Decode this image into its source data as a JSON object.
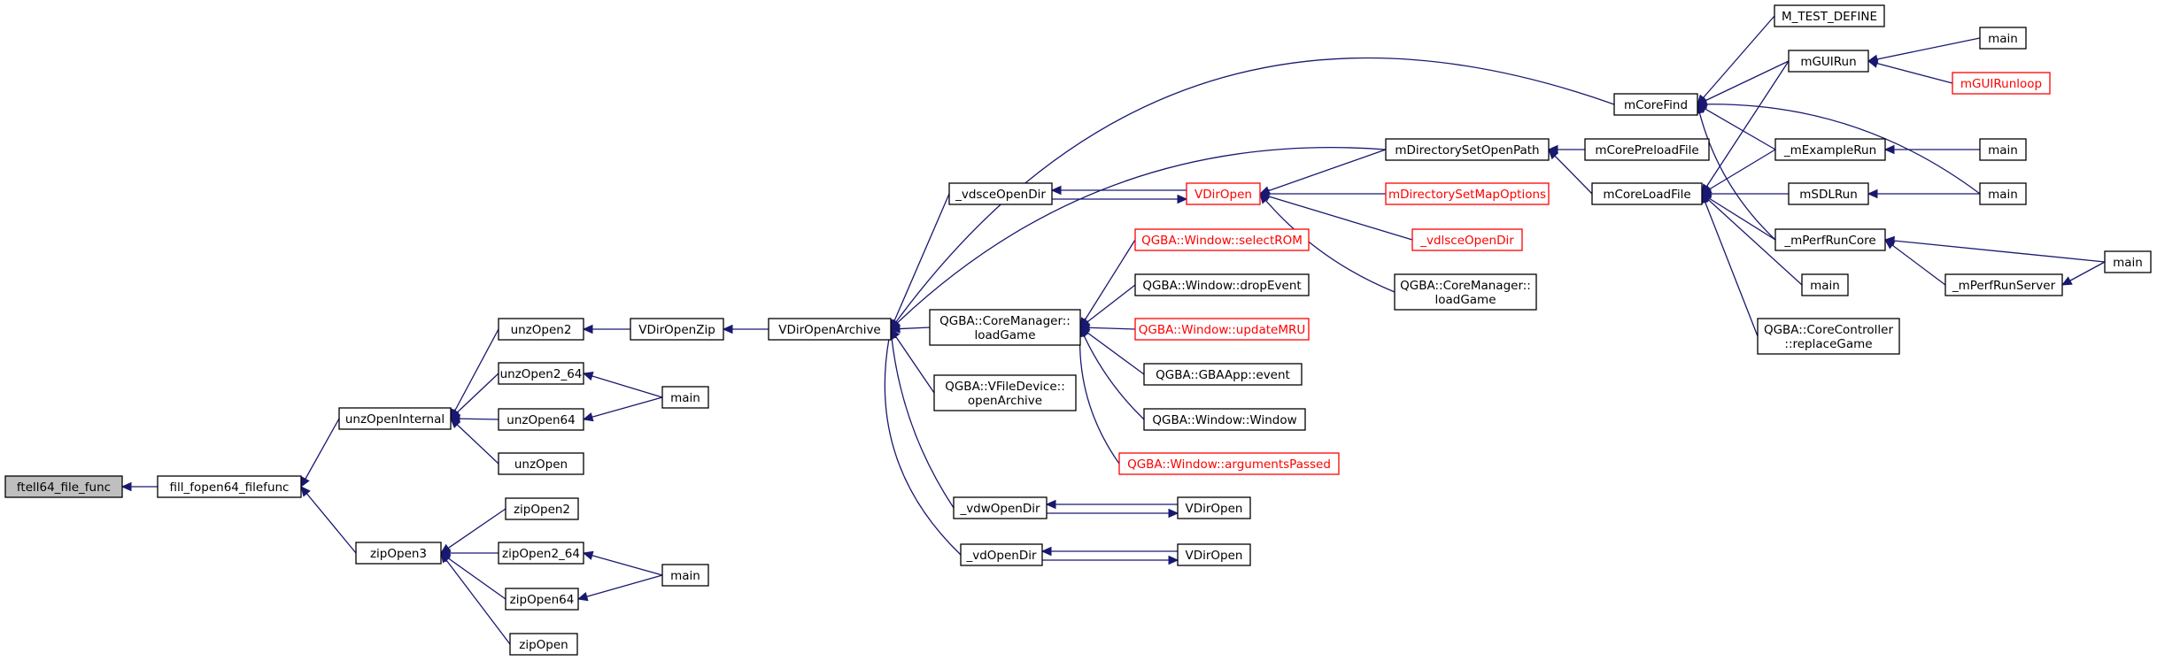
{
  "graph": {
    "edge_color": "#191970",
    "highlight_color": "#ff0000",
    "root_fill": "#bfbfbf",
    "nodes": [
      {
        "id": "ftell64",
        "lines": [
          "ftell64_file_func"
        ],
        "root": true
      },
      {
        "id": "fill_fopen64",
        "lines": [
          "fill_fopen64_filefunc"
        ]
      },
      {
        "id": "unzOpenInternal",
        "lines": [
          "unzOpenInternal"
        ]
      },
      {
        "id": "zipOpen3",
        "lines": [
          "zipOpen3"
        ]
      },
      {
        "id": "unzOpen2",
        "lines": [
          "unzOpen2"
        ]
      },
      {
        "id": "unzOpen2_64",
        "lines": [
          "unzOpen2_64"
        ]
      },
      {
        "id": "unzOpen64",
        "lines": [
          "unzOpen64"
        ]
      },
      {
        "id": "unzOpen",
        "lines": [
          "unzOpen"
        ]
      },
      {
        "id": "main_unz",
        "lines": [
          "main"
        ]
      },
      {
        "id": "zipOpen2",
        "lines": [
          "zipOpen2"
        ]
      },
      {
        "id": "zipOpen2_64",
        "lines": [
          "zipOpen2_64"
        ]
      },
      {
        "id": "zipOpen64",
        "lines": [
          "zipOpen64"
        ]
      },
      {
        "id": "zipOpen",
        "lines": [
          "zipOpen"
        ]
      },
      {
        "id": "main_zip",
        "lines": [
          "main"
        ]
      },
      {
        "id": "VDirOpenZip",
        "lines": [
          "VDirOpenZip"
        ]
      },
      {
        "id": "VDirOpenArchive",
        "lines": [
          "VDirOpenArchive"
        ]
      },
      {
        "id": "_vdsceOpenDir",
        "lines": [
          "_vdsceOpenDir"
        ]
      },
      {
        "id": "loadGame1",
        "lines": [
          "QGBA::CoreManager::",
          "loadGame"
        ]
      },
      {
        "id": "vfile_openArchive",
        "lines": [
          "QGBA::VFileDevice::",
          "openArchive"
        ]
      },
      {
        "id": "_vdwOpenDir",
        "lines": [
          "_vdwOpenDir"
        ]
      },
      {
        "id": "_vdOpenDir",
        "lines": [
          "_vdOpenDir"
        ]
      },
      {
        "id": "VDirOpen_red",
        "lines": [
          "VDirOpen"
        ],
        "red": true
      },
      {
        "id": "VDirOpen_w",
        "lines": [
          "VDirOpen"
        ]
      },
      {
        "id": "VDirOpen_d",
        "lines": [
          "VDirOpen"
        ]
      },
      {
        "id": "selectROM",
        "lines": [
          "QGBA::Window::selectROM"
        ],
        "red": true
      },
      {
        "id": "dropEvent",
        "lines": [
          "QGBA::Window::dropEvent"
        ]
      },
      {
        "id": "updateMRU",
        "lines": [
          "QGBA::Window::updateMRU"
        ],
        "red": true
      },
      {
        "id": "gbaapp_event",
        "lines": [
          "QGBA::GBAApp::event"
        ]
      },
      {
        "id": "window_window",
        "lines": [
          "QGBA::Window::Window"
        ]
      },
      {
        "id": "argumentsPassed",
        "lines": [
          "QGBA::Window::argumentsPassed"
        ],
        "red": true
      },
      {
        "id": "mDirectorySetOpenPath",
        "lines": [
          "mDirectorySetOpenPath"
        ]
      },
      {
        "id": "mDirectorySetMapOptions",
        "lines": [
          "mDirectorySetMapOptions"
        ],
        "red": true
      },
      {
        "id": "_vdlsceOpenDir",
        "lines": [
          "_vdlsceOpenDir"
        ],
        "red": true
      },
      {
        "id": "loadGame2",
        "lines": [
          "QGBA::CoreManager::",
          "loadGame"
        ]
      },
      {
        "id": "mCorePreloadFile",
        "lines": [
          "mCorePreloadFile"
        ]
      },
      {
        "id": "mCoreLoadFile",
        "lines": [
          "mCoreLoadFile"
        ]
      },
      {
        "id": "mCoreFind",
        "lines": [
          "mCoreFind"
        ]
      },
      {
        "id": "M_TEST_DEFINE",
        "lines": [
          "M_TEST_DEFINE"
        ]
      },
      {
        "id": "mGUIRun",
        "lines": [
          "mGUIRun"
        ]
      },
      {
        "id": "_mExampleRun",
        "lines": [
          "_mExampleRun"
        ]
      },
      {
        "id": "mSDLRun",
        "lines": [
          "mSDLRun"
        ]
      },
      {
        "id": "_mPerfRunCore",
        "lines": [
          "_mPerfRunCore"
        ]
      },
      {
        "id": "main_lf",
        "lines": [
          "main"
        ]
      },
      {
        "id": "replaceGame",
        "lines": [
          "QGBA::CoreController",
          "::replaceGame"
        ]
      },
      {
        "id": "main_gui",
        "lines": [
          "main"
        ]
      },
      {
        "id": "mGUIRunloop",
        "lines": [
          "mGUIRunloop"
        ],
        "red": true
      },
      {
        "id": "main_ex",
        "lines": [
          "main"
        ]
      },
      {
        "id": "main_sdl",
        "lines": [
          "main"
        ]
      },
      {
        "id": "_mPerfRunServer",
        "lines": [
          "_mPerfRunServer"
        ]
      },
      {
        "id": "main_perf",
        "lines": [
          "main"
        ]
      }
    ],
    "edges": [
      [
        "ftell64",
        "fill_fopen64"
      ],
      [
        "fill_fopen64",
        "unzOpenInternal"
      ],
      [
        "fill_fopen64",
        "zipOpen3"
      ],
      [
        "unzOpenInternal",
        "unzOpen2"
      ],
      [
        "unzOpenInternal",
        "unzOpen2_64"
      ],
      [
        "unzOpenInternal",
        "unzOpen64"
      ],
      [
        "unzOpenInternal",
        "unzOpen"
      ],
      [
        "unzOpen2_64",
        "main_unz"
      ],
      [
        "unzOpen64",
        "main_unz"
      ],
      [
        "unzOpen2",
        "VDirOpenZip"
      ],
      [
        "VDirOpenZip",
        "VDirOpenArchive"
      ],
      [
        "zipOpen3",
        "zipOpen2"
      ],
      [
        "zipOpen3",
        "zipOpen2_64"
      ],
      [
        "zipOpen3",
        "zipOpen64"
      ],
      [
        "zipOpen3",
        "zipOpen"
      ],
      [
        "zipOpen2_64",
        "main_zip"
      ],
      [
        "zipOpen64",
        "main_zip"
      ],
      [
        "VDirOpenArchive",
        "_vdsceOpenDir"
      ],
      [
        "VDirOpenArchive",
        "loadGame1"
      ],
      [
        "VDirOpenArchive",
        "vfile_openArchive"
      ],
      [
        "VDirOpenArchive",
        "_vdwOpenDir"
      ],
      [
        "VDirOpenArchive",
        "_vdOpenDir"
      ],
      [
        "VDirOpenArchive",
        "mDirectorySetOpenPath"
      ],
      [
        "VDirOpenArchive",
        "mCoreFind"
      ],
      [
        "_vdsceOpenDir",
        "VDirOpen_red"
      ],
      [
        "VDirOpen_red",
        "_vdsceOpenDir"
      ],
      [
        "_vdwOpenDir",
        "VDirOpen_w"
      ],
      [
        "VDirOpen_w",
        "_vdwOpenDir"
      ],
      [
        "_vdOpenDir",
        "VDirOpen_d"
      ],
      [
        "VDirOpen_d",
        "_vdOpenDir"
      ],
      [
        "loadGame1",
        "selectROM"
      ],
      [
        "loadGame1",
        "dropEvent"
      ],
      [
        "loadGame1",
        "updateMRU"
      ],
      [
        "loadGame1",
        "gbaapp_event"
      ],
      [
        "loadGame1",
        "window_window"
      ],
      [
        "loadGame1",
        "argumentsPassed"
      ],
      [
        "VDirOpen_red",
        "mDirectorySetOpenPath"
      ],
      [
        "VDirOpen_red",
        "mDirectorySetMapOptions"
      ],
      [
        "VDirOpen_red",
        "_vdlsceOpenDir"
      ],
      [
        "VDirOpen_red",
        "loadGame2"
      ],
      [
        "mDirectorySetOpenPath",
        "mCorePreloadFile"
      ],
      [
        "mDirectorySetOpenPath",
        "mCoreLoadFile"
      ],
      [
        "mCoreLoadFile",
        "mGUIRun"
      ],
      [
        "mCoreLoadFile",
        "_mExampleRun"
      ],
      [
        "mCoreLoadFile",
        "mSDLRun"
      ],
      [
        "mCoreLoadFile",
        "_mPerfRunCore"
      ],
      [
        "mCoreLoadFile",
        "main_lf"
      ],
      [
        "mCoreLoadFile",
        "replaceGame"
      ],
      [
        "mCoreFind",
        "M_TEST_DEFINE"
      ],
      [
        "mCoreFind",
        "mGUIRun"
      ],
      [
        "mCoreFind",
        "_mExampleRun"
      ],
      [
        "mCoreFind",
        "_mPerfRunCore"
      ],
      [
        "mCoreFind",
        "main_sdl"
      ],
      [
        "mGUIRun",
        "main_gui"
      ],
      [
        "mGUIRun",
        "mGUIRunloop"
      ],
      [
        "_mExampleRun",
        "main_ex"
      ],
      [
        "mSDLRun",
        "main_sdl"
      ],
      [
        "_mPerfRunCore",
        "main_perf"
      ],
      [
        "_mPerfRunCore",
        "_mPerfRunServer"
      ],
      [
        "_mPerfRunServer",
        "main_perf"
      ]
    ]
  }
}
